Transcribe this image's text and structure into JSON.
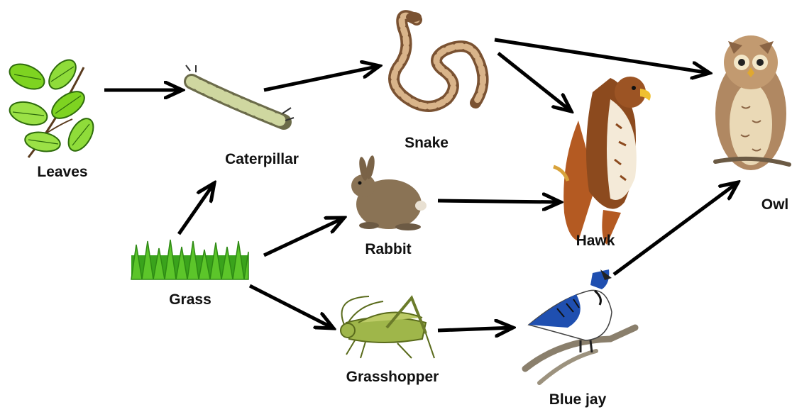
{
  "diagram": {
    "type": "food-web",
    "organisms": [
      {
        "id": "leaves",
        "label": "Leaves",
        "icon": "leaves-icon"
      },
      {
        "id": "caterpillar",
        "label": "Caterpillar",
        "icon": "caterpillar-icon"
      },
      {
        "id": "snake",
        "label": "Snake",
        "icon": "snake-icon"
      },
      {
        "id": "rabbit",
        "label": "Rabbit",
        "icon": "rabbit-icon"
      },
      {
        "id": "hawk",
        "label": "Hawk",
        "icon": "hawk-icon"
      },
      {
        "id": "owl",
        "label": "Owl",
        "icon": "owl-icon"
      },
      {
        "id": "grass",
        "label": "Grass",
        "icon": "grass-icon"
      },
      {
        "id": "grasshopper",
        "label": "Grasshopper",
        "icon": "grasshopper-icon"
      },
      {
        "id": "bluejay",
        "label": "Blue jay",
        "icon": "blue-jay-icon"
      }
    ],
    "links": [
      {
        "from": "leaves",
        "to": "caterpillar"
      },
      {
        "from": "caterpillar",
        "to": "snake"
      },
      {
        "from": "grass",
        "to": "caterpillar"
      },
      {
        "from": "grass",
        "to": "rabbit"
      },
      {
        "from": "grass",
        "to": "grasshopper"
      },
      {
        "from": "snake",
        "to": "owl"
      },
      {
        "from": "snake",
        "to": "hawk"
      },
      {
        "from": "rabbit",
        "to": "hawk"
      },
      {
        "from": "grasshopper",
        "to": "bluejay"
      },
      {
        "from": "bluejay",
        "to": "owl"
      }
    ],
    "colors": {
      "arrow": "#000000",
      "label": "#111111"
    }
  }
}
